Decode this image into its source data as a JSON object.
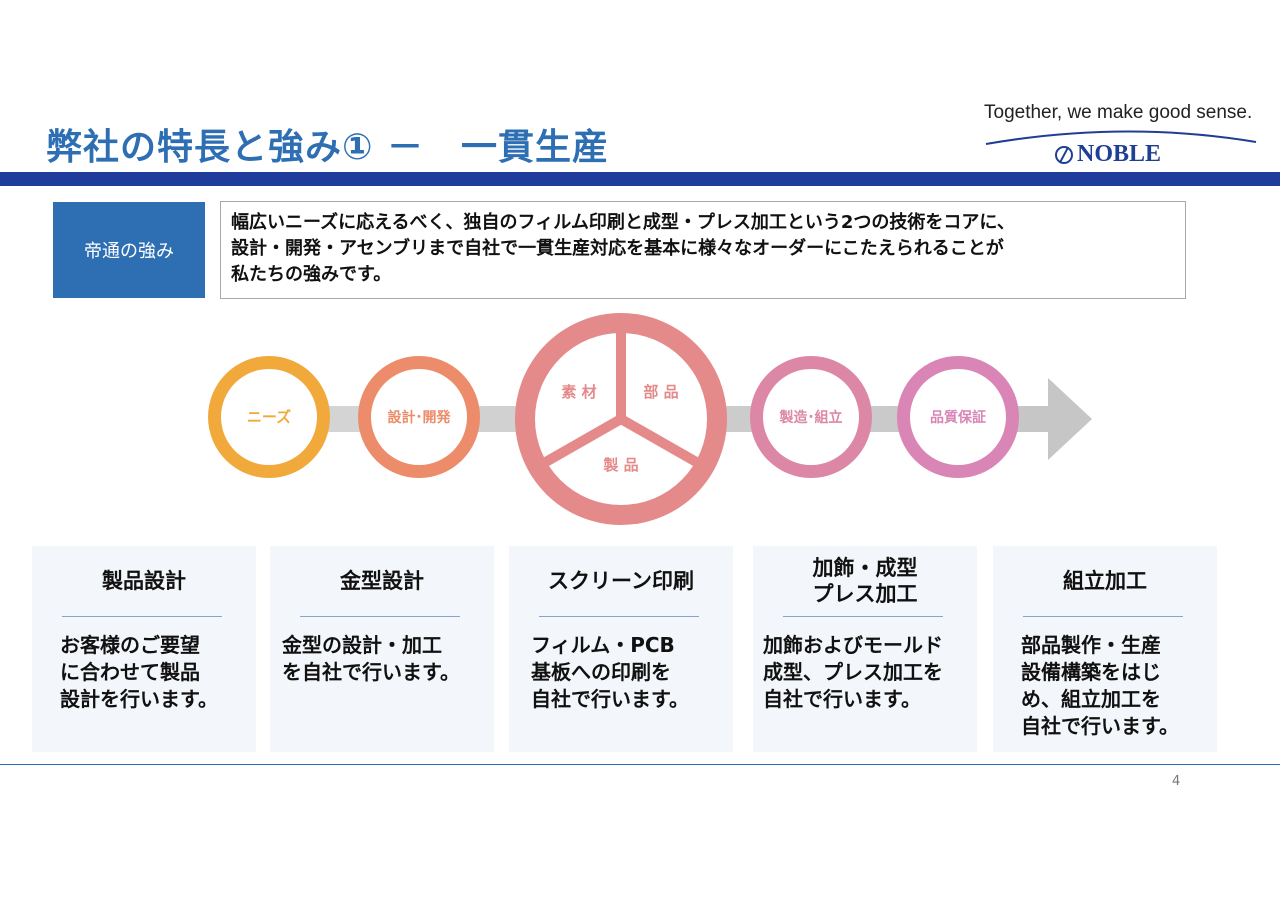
{
  "header": {
    "title": "弊社の特長と強み① －　一貫生産",
    "tagline": "Together, we make good sense.",
    "logo": "NOBLE"
  },
  "strength": {
    "label": "帝通の強み",
    "lines": [
      "幅広いニーズに応えるべく、独自のフィルム印刷と成型・プレス加工という2つの技術をコアに、",
      "設計・開発・アセンブリまで自社で一貫生産対応を基本に様々なオーダーにこたえられることが",
      "私たちの強みです。"
    ]
  },
  "flow": {
    "steps": [
      "ニーズ",
      "設計･開発",
      "製造･組立",
      "品質保証"
    ],
    "center": [
      "素 材",
      "部 品",
      "製 品"
    ],
    "colors": [
      "#f2a93b",
      "#ec8c6a",
      "#e58a8a",
      "#dc87a6",
      "#d985b6"
    ]
  },
  "cards": [
    {
      "title": [
        "製品設計"
      ],
      "body": [
        "お客様のご要望",
        "に合わせて製品",
        "設計を行います。"
      ]
    },
    {
      "title": [
        "金型設計"
      ],
      "body": [
        "金型の設計・加工",
        "を自社で行います。"
      ]
    },
    {
      "title": [
        "スクリーン印刷"
      ],
      "body": [
        "フィルム・PCB",
        "基板への印刷を",
        "自社で行います。"
      ]
    },
    {
      "title": [
        "加飾・成型",
        "プレス加工"
      ],
      "body": [
        "加飾およびモールド",
        "成型、プレス加工を",
        "自社で行います。"
      ]
    },
    {
      "title": [
        "組立加工"
      ],
      "body": [
        "部品製作・生産",
        "設備構築をはじ",
        "め、組立加工を",
        "自社で行います。"
      ]
    }
  ],
  "footer": {
    "page": "4"
  }
}
